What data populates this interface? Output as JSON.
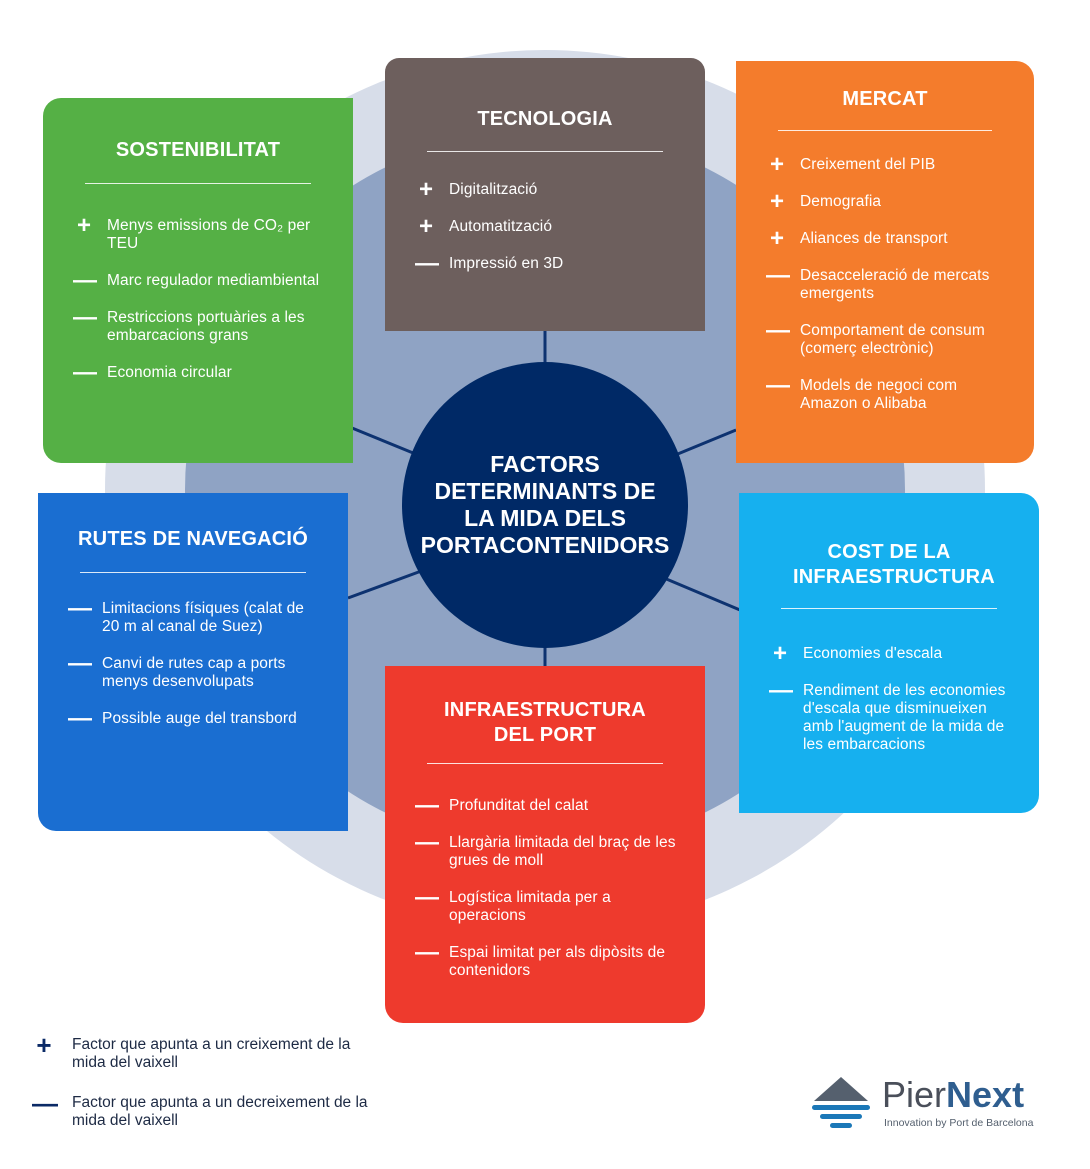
{
  "center": {
    "title": "FACTORS\nDETERMINANTS DE\nLA MIDA DELS\nPORTACONTENIDORS"
  },
  "boxes": {
    "sostenibilitat": {
      "title": "SOSTENIBILITAT",
      "color": "#55b045",
      "items": [
        {
          "sign": "+",
          "text": "Menys emissions de CO₂ per TEU"
        },
        {
          "sign": "—",
          "text": "Marc regulador mediambiental"
        },
        {
          "sign": "—",
          "text": "Restriccions portuàries a les embarcacions grans"
        },
        {
          "sign": "—",
          "text": "Economia circular"
        }
      ]
    },
    "tecnologia": {
      "title": "TECNOLOGIA",
      "color": "#6d5f5d",
      "items": [
        {
          "sign": "+",
          "text": "Digitalització"
        },
        {
          "sign": "+",
          "text": "Automatització"
        },
        {
          "sign": "—",
          "text": "Impressió en 3D"
        }
      ]
    },
    "mercat": {
      "title": "MERCAT",
      "color": "#f47c2c",
      "items": [
        {
          "sign": "+",
          "text": "Creixement del PIB"
        },
        {
          "sign": "+",
          "text": "Demografia"
        },
        {
          "sign": "+",
          "text": "Aliances de transport"
        },
        {
          "sign": "—",
          "text": "Desacceleració de mercats emergents"
        },
        {
          "sign": "—",
          "text": "Comportament de consum (comerç electrònic)"
        },
        {
          "sign": "—",
          "text": "Models de negoci com Amazon o Alibaba"
        }
      ]
    },
    "rutes": {
      "title": "RUTES DE NAVEGACIÓ",
      "color": "#1a6ed1",
      "items": [
        {
          "sign": "—",
          "text": "Limitacions físiques (calat de 20 m al canal de Suez)"
        },
        {
          "sign": "—",
          "text": "Canvi de rutes cap a ports menys desenvolupats"
        },
        {
          "sign": "—",
          "text": "Possible auge del transbord"
        }
      ]
    },
    "cost": {
      "title": "COST DE LA INFRAESTRUCTURA",
      "color": "#16b0ef",
      "items": [
        {
          "sign": "+",
          "text": "Economies d'escala"
        },
        {
          "sign": "—",
          "text": "Rendiment de les economies d'escala que disminueixen amb l'augment de la mida de les embarcacions"
        }
      ]
    },
    "infra": {
      "title": "INFRAESTRUCTURA DEL PORT",
      "color": "#ee3a2d",
      "items": [
        {
          "sign": "—",
          "text": "Profunditat del calat"
        },
        {
          "sign": "—",
          "text": "Llargària limitada del braç de les grues de moll"
        },
        {
          "sign": "—",
          "text": "Logística limitada per a operacions"
        },
        {
          "sign": "—",
          "text": "Espai limitat per als dipòsits de contenidors"
        }
      ]
    }
  },
  "legend": {
    "plus": {
      "sign": "+",
      "text": "Factor que apunta a un creixement de la mida del vaixell"
    },
    "minus": {
      "sign": "—",
      "text": "Factor que apunta a un decreixement de la mida del vaixell"
    }
  },
  "logo": {
    "word_light": "Pier",
    "word_bold": "Next",
    "tagline": "Innovation by Port de Barcelona"
  },
  "colors": {
    "outer_ring": "#d7dde9",
    "inner_ring": "#8fa3c4",
    "center": "#002966",
    "connector": "#0d3270"
  }
}
